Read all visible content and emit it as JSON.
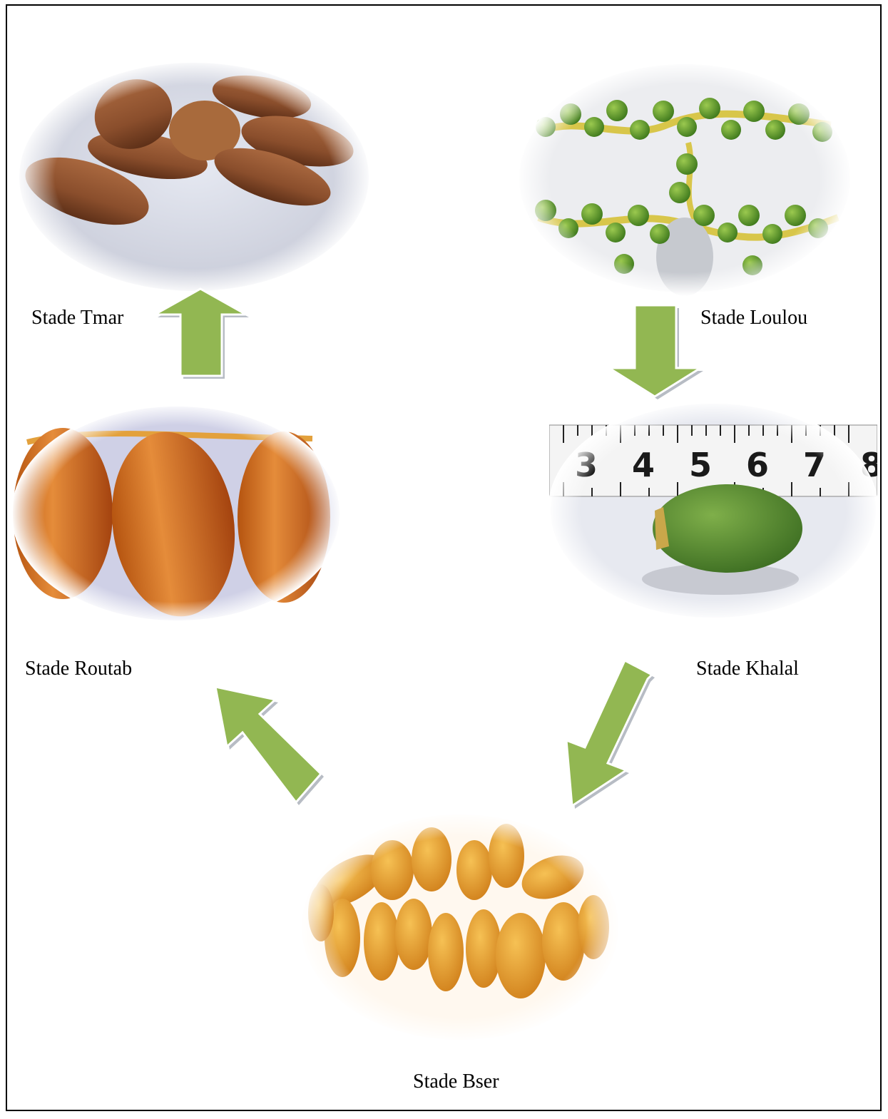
{
  "figure": {
    "stages": {
      "tmar": "Stade Tmar",
      "loulou": "Stade Loulou",
      "khalal": "Stade Khalal",
      "bser": "Stade Bser",
      "routab": "Stade Routab"
    },
    "ruler_ticks": [
      "3",
      "4",
      "5",
      "6",
      "7",
      "8"
    ],
    "colors": {
      "arrow_fill": "#92b752",
      "arrow_shadow": "#b7bcc4",
      "tmar_date": "#8a4e2c",
      "loulou_fruit": "#5f9a2c",
      "khalal_fruit": "#4f8a2e",
      "bser_fruit": "#e39a2a",
      "routab_fruit": "#d2761e"
    }
  }
}
